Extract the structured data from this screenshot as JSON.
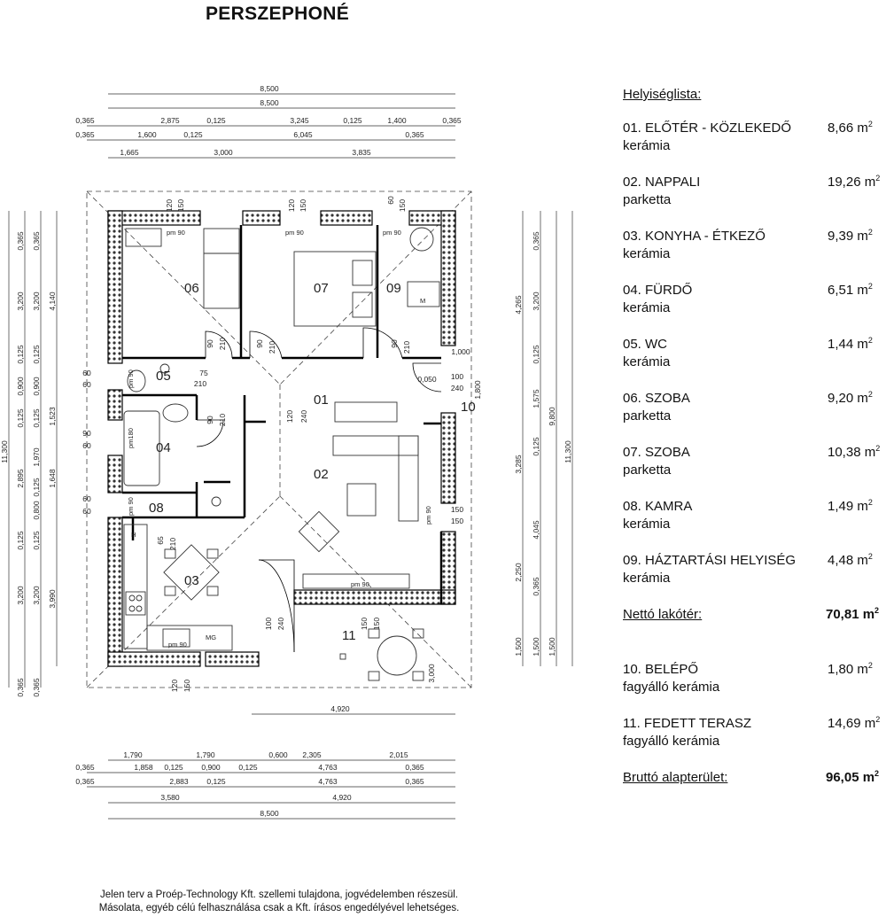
{
  "title": "PERSZEPHONÉ",
  "room_list": {
    "heading": "Helyiséglista:",
    "rooms": [
      {
        "name": "01. ELŐTÉR - KÖZLEKEDŐ",
        "floor": "kerámia",
        "area": "8,66 m",
        "unit_sup": "2"
      },
      {
        "name": "02. NAPPALI",
        "floor": "parketta",
        "area": "19,26 m",
        "unit_sup": "2"
      },
      {
        "name": "03. KONYHA - ÉTKEZŐ",
        "floor": "kerámia",
        "area": "9,39 m",
        "unit_sup": "2"
      },
      {
        "name": "04. FÜRDŐ",
        "floor": "kerámia",
        "area": "6,51 m",
        "unit_sup": "2"
      },
      {
        "name": "05. WC",
        "floor": "kerámia",
        "area": "1,44 m",
        "unit_sup": "2"
      },
      {
        "name": "06. SZOBA",
        "floor": "parketta",
        "area": "9,20 m",
        "unit_sup": "2"
      },
      {
        "name": "07. SZOBA",
        "floor": "parketta",
        "area": "10,38 m",
        "unit_sup": "2"
      },
      {
        "name": "08. KAMRA",
        "floor": "kerámia",
        "area": "1,49 m",
        "unit_sup": "2"
      },
      {
        "name": "09. HÁZTARTÁSI HELYISÉG",
        "floor": "kerámia",
        "area": "4,48 m",
        "unit_sup": "2"
      }
    ],
    "net_label": "Nettó lakótér:",
    "net_value": "70,81 m",
    "extra_rooms": [
      {
        "name": "10. BELÉPŐ",
        "floor": "fagyálló kerámia",
        "area": "1,80 m",
        "unit_sup": "2"
      },
      {
        "name": "11. FEDETT TERASZ",
        "floor": "fagyálló kerámia",
        "area": "14,69 m",
        "unit_sup": "2"
      }
    ],
    "gross_label": "Bruttó alapterület:",
    "gross_value": "96,05 m",
    "unit_sup": "2"
  },
  "plan": {
    "room_numbers": [
      "01",
      "02",
      "03",
      "04",
      "05",
      "06",
      "07",
      "08",
      "09",
      "10",
      "11"
    ],
    "top_dims": {
      "row1": [
        "8,500"
      ],
      "row2": [
        "8,500"
      ],
      "row3": [
        "0,365",
        "2,875",
        "0,125",
        "3,245",
        "0,125",
        "1,400",
        "0,365"
      ],
      "row4": [
        "0,365",
        "1,600",
        "0,125",
        "6,045",
        "0,365"
      ],
      "row5": [
        "1,665",
        "3,000",
        "3,835"
      ]
    },
    "bottom_dims": {
      "row1": [
        "1,790",
        "1,790",
        "0,600",
        "2,305",
        "2,015"
      ],
      "row2": [
        "0,365",
        "1,858",
        "0,125",
        "0,900",
        "0,125",
        "4,763",
        "0,365"
      ],
      "row3": [
        "0,365",
        "2,883",
        "0,125",
        "4,763",
        "0,365"
      ],
      "row4": [
        "3,580",
        "4,920"
      ],
      "row5": [
        "8,500"
      ]
    },
    "left_dims": {
      "col1": [
        "11,300"
      ],
      "col2": [
        "0,365",
        "3,200",
        "0,125",
        "0,900",
        "0,125",
        "2,895",
        "0,125",
        "3,200",
        "0,365"
      ],
      "col3": [
        "0,365",
        "3,200",
        "0,125",
        "0,900",
        "0,125",
        "1,970",
        "0,125",
        "0,800",
        "0,125",
        "3,200",
        "0,365"
      ],
      "col4": [
        "4,140",
        "1,523",
        "1,648",
        "3,990"
      ]
    },
    "right_dims": {
      "col1": [
        "4,265",
        "3,285",
        "2,250",
        "1,500"
      ],
      "col2": [
        "0,365",
        "3,200",
        "0,125",
        "1,575",
        "0,125",
        "4,045",
        "0,365",
        "1,500"
      ],
      "col3": [
        "9,800",
        "1,500"
      ],
      "col4": [
        "11,300"
      ]
    },
    "opening_labels": {
      "window_top": [
        "120",
        "150",
        "120",
        "150",
        "60",
        "150"
      ],
      "pm90": "pm 90",
      "pm180": "pm180",
      "door_90": "90",
      "door_210": "210",
      "door_75": "75",
      "door_60": "60",
      "door_240": "240",
      "door_100": "100",
      "dim_1000": "1,000",
      "dim_0050": "0,050",
      "dim_1800": "1,800",
      "dim_150": "150",
      "dim_65": "65",
      "terrace_4920": "4,920",
      "terrace_3000": "3,000",
      "mg": "MG",
      "h": "H",
      "m": "M"
    }
  },
  "footer": {
    "line1": "Jelen terv a Proép-Technology Kft. szellemi tulajdona, jogvédelemben részesül.",
    "line2": "Másolata, egyéb célú felhasználása csak a Kft. írásos engedélyével lehetséges."
  }
}
